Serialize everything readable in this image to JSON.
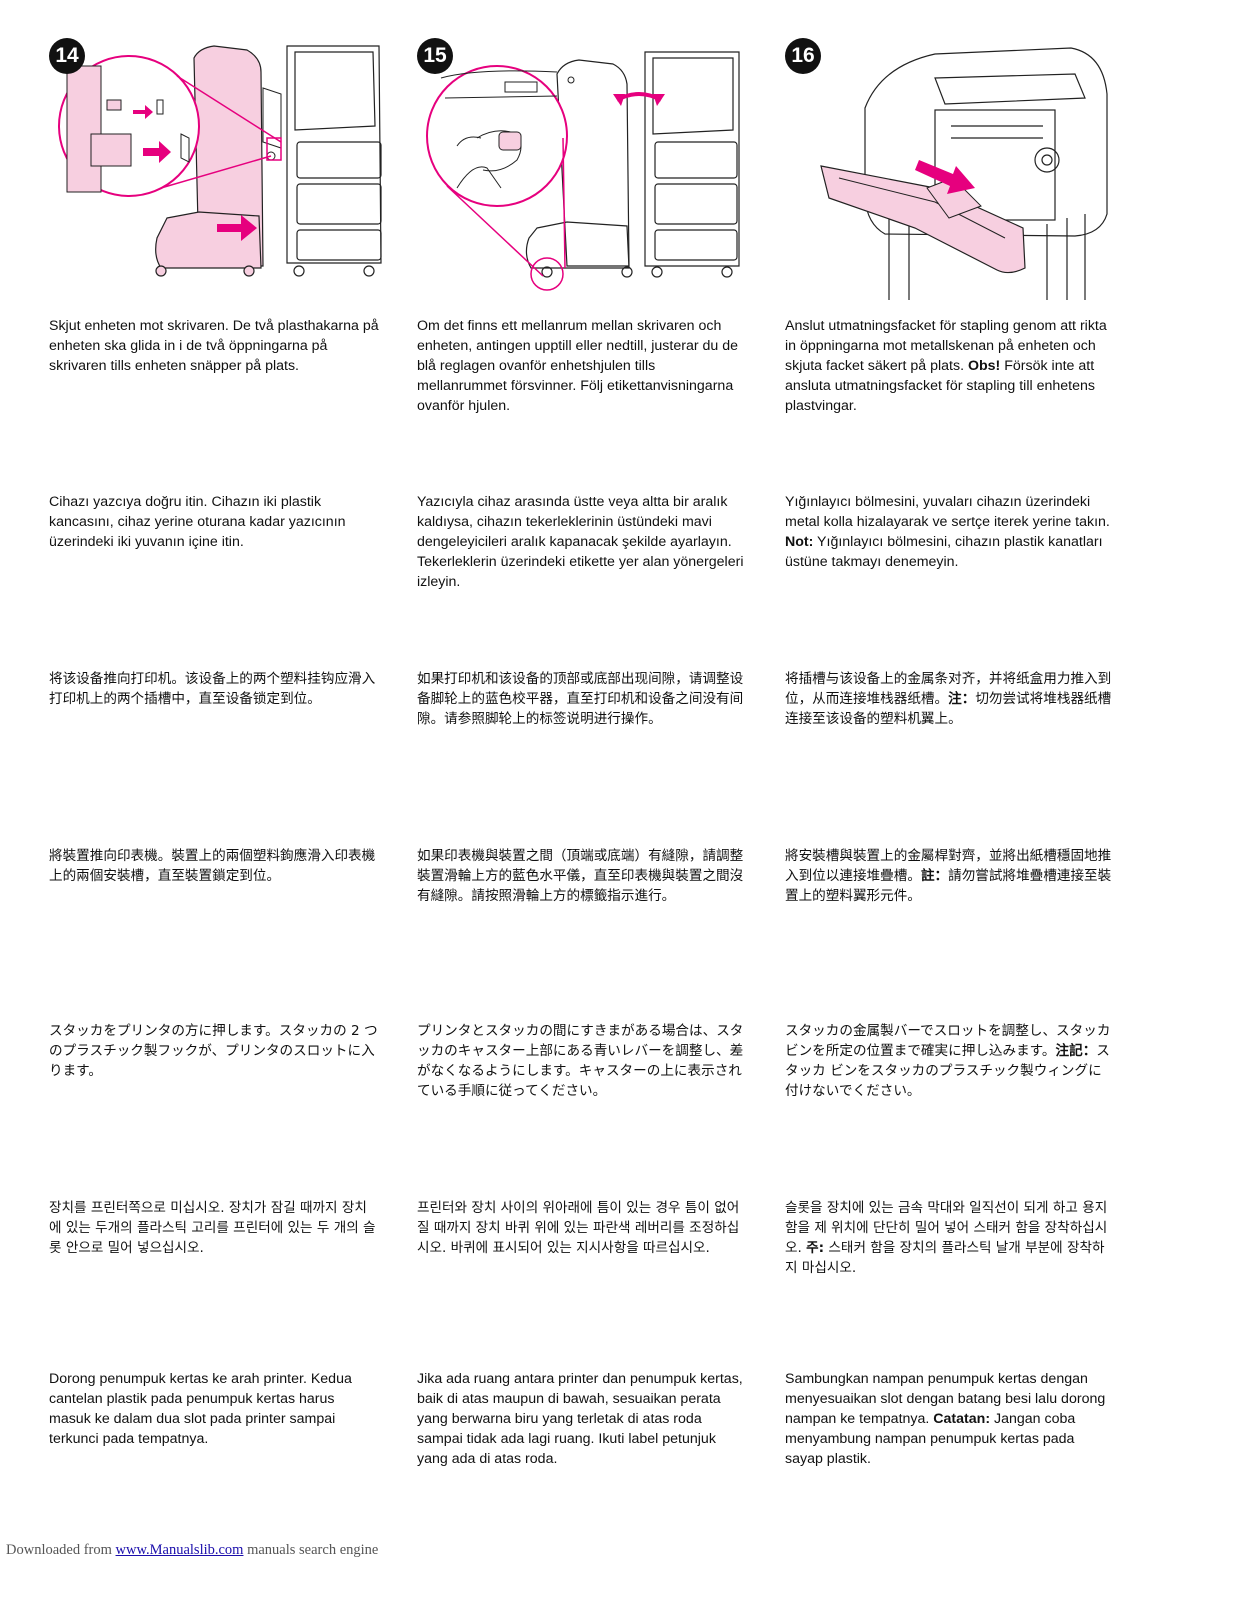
{
  "steps": [
    {
      "number": "14",
      "sv": "Skjut enheten mot skrivaren. De två plasthakarna på enheten ska glida in i de två öppningarna på skrivaren tills enheten snäpper på plats.",
      "tr": "Cihazı yazcıya doğru itin. Cihazın iki plastik kancasını, cihaz yerine oturana kadar yazıcının üzerindeki iki yuvanın içine itin.",
      "zh_cn": "将该设备推向打印机。该设备上的两个塑料挂钩应滑入打印机上的两个插槽中，直至设备锁定到位。",
      "zh_tw": "將裝置推向印表機。裝置上的兩個塑料鉤應滑入印表機上的兩個安裝槽，直至裝置鎖定到位。",
      "ja": "スタッカをプリンタの方に押します。スタッカの 2 つのプラスチック製フックが、プリンタのスロットに入ります。",
      "ko": "장치를 프린터쪽으로 미십시오. 장치가 잠길 때까지 장치에 있는 두개의 플라스틱 고리를 프린터에 있는 두 개의 슬롯 안으로 밀어 넣으십시오.",
      "id": "Dorong penumpuk kertas ke arah printer. Kedua cantelan plastik pada penumpuk kertas harus masuk ke dalam dua slot pada printer sampai terkunci pada tempatnya."
    },
    {
      "number": "15",
      "sv": "Om det finns ett mellanrum mellan skrivaren och enheten, antingen upptill eller nedtill, justerar du de blå reglagen ovanför enhetshjulen tills mellanrummet försvinner. Följ etikettanvisningarna ovanför hjulen.",
      "tr": "Yazıcıyla cihaz arasında üstte veya altta bir aralık kaldıysa, cihazın tekerleklerinin üstündeki mavi dengeleyicileri aralık kapanacak şekilde ayarlayın. Tekerleklerin üzerindeki etikette yer alan yönergeleri izleyin.",
      "zh_cn": "如果打印机和该设备的顶部或底部出现间隙，请调整设备脚轮上的蓝色校平器，直至打印机和设备之间没有间隙。请参照脚轮上的标签说明进行操作。",
      "zh_tw": "如果印表機與裝置之間（頂端或底端）有縫隙，請調整裝置滑輪上方的藍色水平儀，直至印表機與裝置之間沒有縫隙。請按照滑輪上方的標籤指示進行。",
      "ja": "プリンタとスタッカの間にすきまがある場合は、スタッカのキャスター上部にある青いレバーを調整し、差がなくなるようにします。キャスターの上に表示されている手順に従ってください。",
      "ko": "프린터와 장치 사이의 위아래에 틈이 있는 경우 틈이 없어질 때까지 장치 바퀴 위에 있는 파란색 레버리를 조정하십시오. 바퀴에 표시되어 있는 지시사항을 따르십시오.",
      "id": "Jika ada ruang antara printer dan penumpuk kertas, baik di atas maupun di bawah, sesuaikan perata yang berwarna biru yang terletak di atas roda sampai tidak ada lagi ruang. Ikuti label petunjuk yang ada di atas roda."
    },
    {
      "number": "16",
      "sv": "Anslut utmatningsfacket för stapling genom att rikta in öppningarna mot metallskenan på enheten och skjuta facket säkert på plats.",
      "sv_note_label": "Obs!",
      "sv_note": " Försök inte att ansluta utmatningsfacket för stapling till enhetens plastvingar.",
      "tr": "Yığınlayıcı bölmesini, yuvaları cihazın üzerindeki metal kolla hizalayarak ve sertçe iterek yerine takın.",
      "tr_note_label": "Not:",
      "tr_note": " Yığınlayıcı bölmesini, cihazın plastik kanatları üstüne takmayı denemeyin.",
      "zh_cn": "将插槽与该设备上的金属条对齐，并将纸盒用力推入到位，从而连接堆栈器纸槽。",
      "zh_cn_note_label": "注：",
      "zh_cn_note": "切勿尝试将堆栈器纸槽连接至该设备的塑料机翼上。",
      "zh_tw": "將安裝槽與裝置上的金屬桿對齊，並將出紙槽穩固地推入到位以連接堆疊槽。",
      "zh_tw_note_label": "註：",
      "zh_tw_note": "請勿嘗試將堆疊槽連接至裝置上的塑料翼形元件。",
      "ja": "スタッカの金属製バーでスロットを調整し、スタッカ ビンを所定の位置まで確実に押し込みます。",
      "ja_note_label": "注記：",
      "ja_note": "スタッカ ビンをスタッカのプラスチック製ウィングに付けないでください。",
      "ko": "슬롯을 장치에 있는 금속 막대와 일직선이 되게 하고 용지함을 제 위치에 단단히 밀어 넣어 스태커 함을 장착하십시오.",
      "ko_note_label": "주:",
      "ko_note": " 스태커 함을 장치의 플라스틱 날개 부분에 장착하지 마십시오.",
      "id": "Sambungkan nampan penumpuk kertas dengan menyesuaikan slot dengan batang besi lalu dorong nampan ke tempatnya.",
      "id_note_label": "Catatan:",
      "id_note": " Jangan coba menyambung nampan penumpuk kertas pada sayap plastik."
    }
  ],
  "footer": {
    "prefix": "Downloaded from ",
    "link": "www.Manualslib.com",
    "suffix": " manuals search engine"
  },
  "colors": {
    "accent": "#e6007e",
    "pink_fill": "#f7cfe0",
    "line": "#222222"
  }
}
